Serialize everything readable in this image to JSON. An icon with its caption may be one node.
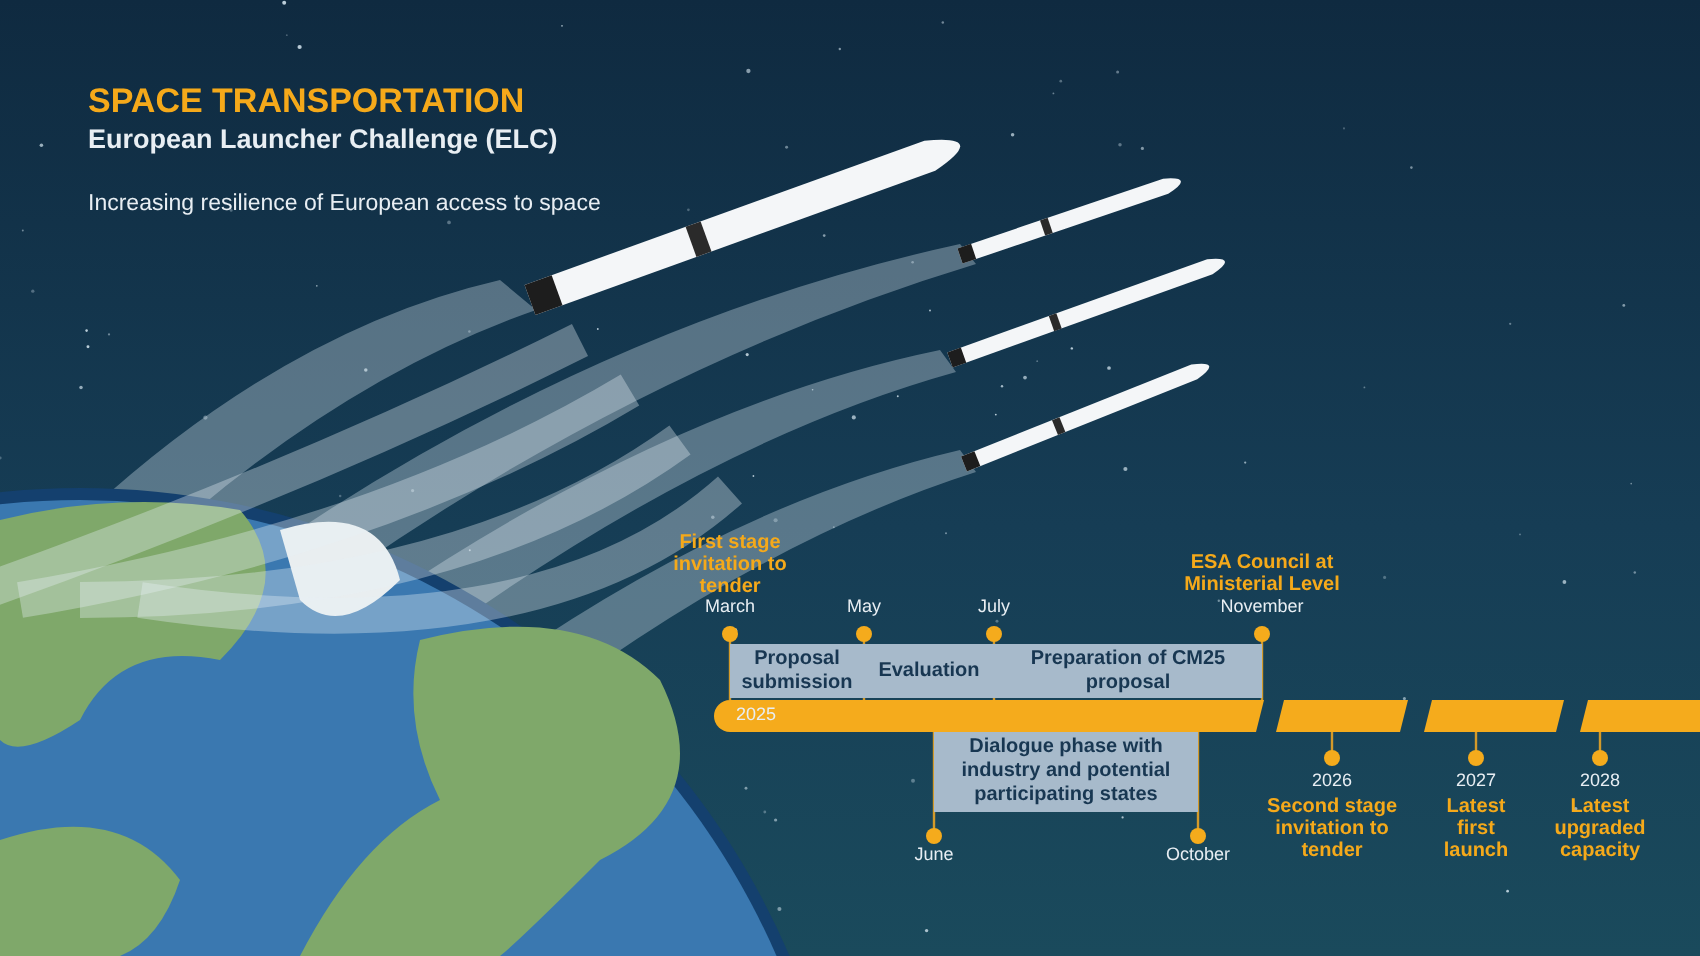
{
  "diagram": {
    "title": "SPACE TRANSPORTATION",
    "nodes": [
      {
        "text": [
          "Proposal submission"
        ]
      },
      {
        "text": [
          "Evaluation"
        ]
      },
      {
        "text": [
          "Preparation of CM25 proposal"
        ]
      },
      {
        "text": [
          "Dialogue phase with industry and potential participating states"
        ]
      }
    ],
    "labels": [
      "European Launcher Challenge (ELC)",
      "Increasing resilience of European access to space",
      "First stage invitation to tender",
      "March",
      "May",
      "July",
      "ESA Council at Ministerial Level",
      "November",
      "2025",
      "June",
      "October",
      "2026",
      "Second stage invitation to tender",
      "2027",
      "Latest first launch",
      "2028",
      "Latest upgraded capacity"
    ]
  }
}
